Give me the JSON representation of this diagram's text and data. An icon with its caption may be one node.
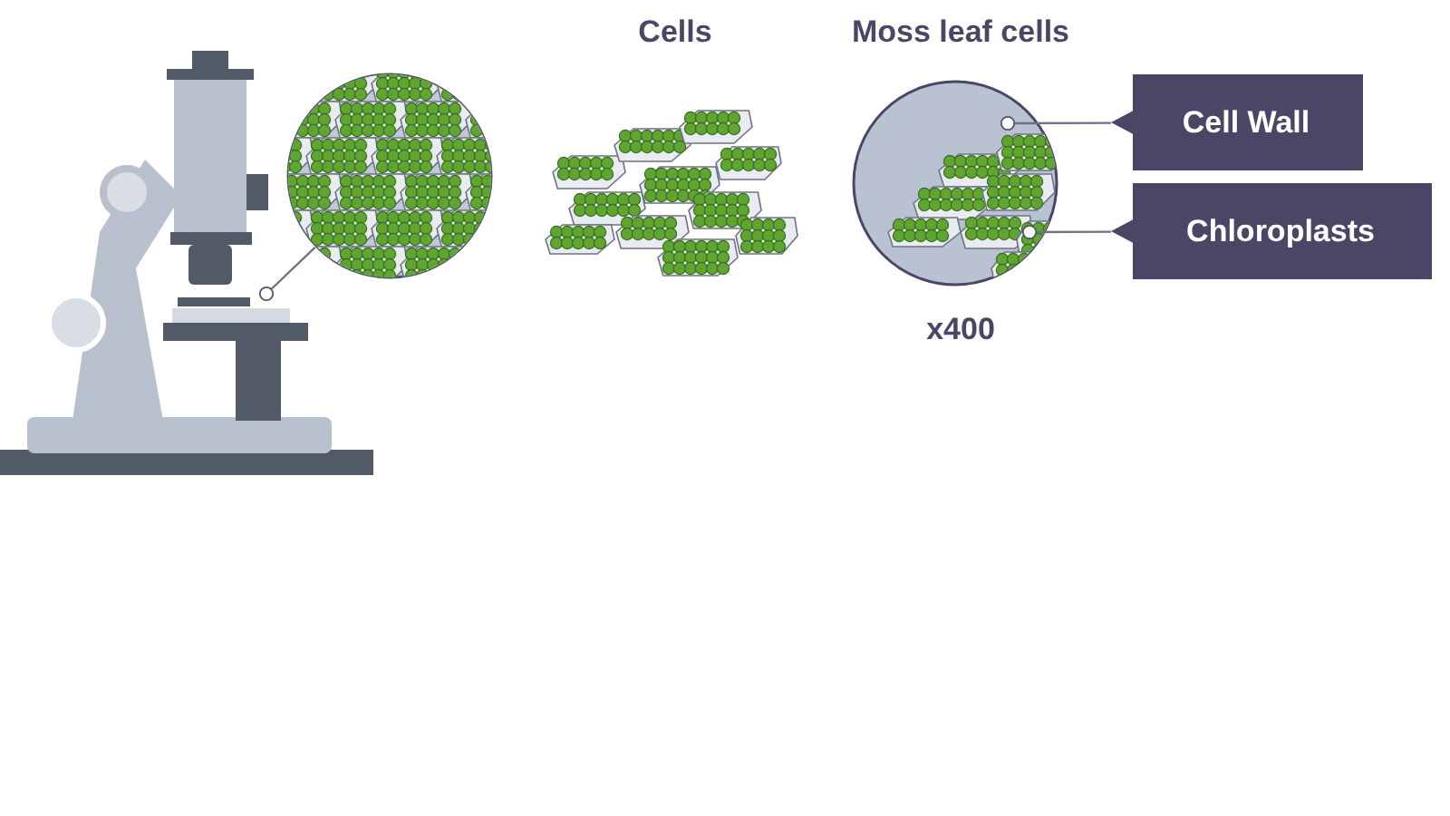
{
  "diagram": {
    "nodes": [
      {
        "text": [],
        "shape": "picture"
      },
      {
        "text": [],
        "shape": "circle"
      },
      {
        "text": [
          "Cells"
        ]
      },
      {
        "text": [
          "Moss leaf cells"
        ],
        "beside": [
          "x400"
        ]
      },
      {
        "text": [
          "Cell Wall"
        ]
      },
      {
        "text": [
          "Chloroplasts"
        ]
      }
    ],
    "edges": [
      {
        "from": 1,
        "to": 0,
        "arrow": "other"
      },
      {
        "from": 4,
        "to": 3,
        "arrow": "other"
      },
      {
        "from": 5,
        "to": 3,
        "arrow": "other"
      }
    ]
  }
}
